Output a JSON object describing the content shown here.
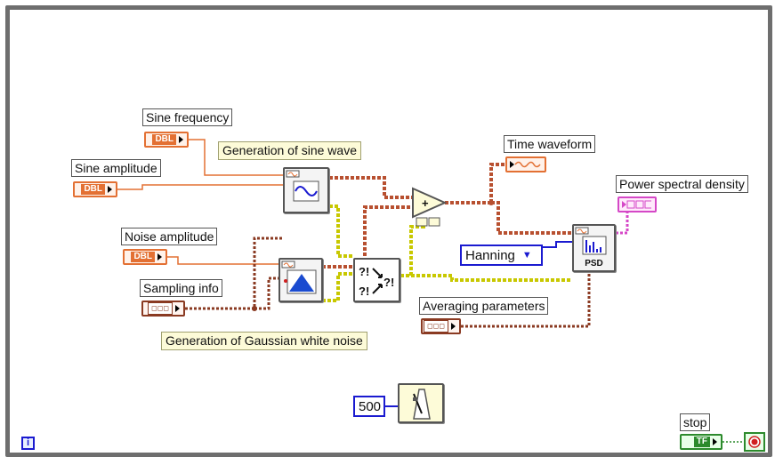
{
  "diagram": {
    "labels": {
      "sine_frequency": "Sine frequency",
      "sine_amplitude": "Sine amplitude",
      "noise_amplitude": "Noise amplitude",
      "sampling_info": "Sampling info",
      "time_waveform": "Time waveform",
      "power_spectral_density": "Power spectral density",
      "averaging_parameters": "Averaging parameters",
      "stop": "stop"
    },
    "comments": {
      "sine_generation": "Generation of sine wave",
      "noise_generation": "Generation of Gaussian white noise"
    },
    "terminals": {
      "dbl_tag": "DBL",
      "bool_tag": "TF",
      "cluster_tag": "◻◻◻"
    },
    "nodes": {
      "window_selector": "Hanning",
      "window_selector_arrow": "▼",
      "wait_ms": "500",
      "psd_label": "PSD",
      "add_symbol": "+",
      "info_symbol": "i"
    },
    "colors": {
      "dbl_orange": "#e37033",
      "cluster_brown": "#8a3a22",
      "wire_dynamic": "#b85030",
      "wire_error": "#c8c800",
      "wire_pink": "#d548c7",
      "boolean_green": "#2c8a2c",
      "constant_blue": "#1a1ad0",
      "comment_bg": "#fdfbd8"
    },
    "icons": [
      "sine-waveform-vi-icon",
      "gaussian-noise-vi-icon",
      "merge-errors-icon",
      "add-function-icon",
      "psd-vi-icon",
      "wait-ms-metronome-icon",
      "stop-button-icon",
      "info-icon"
    ]
  }
}
